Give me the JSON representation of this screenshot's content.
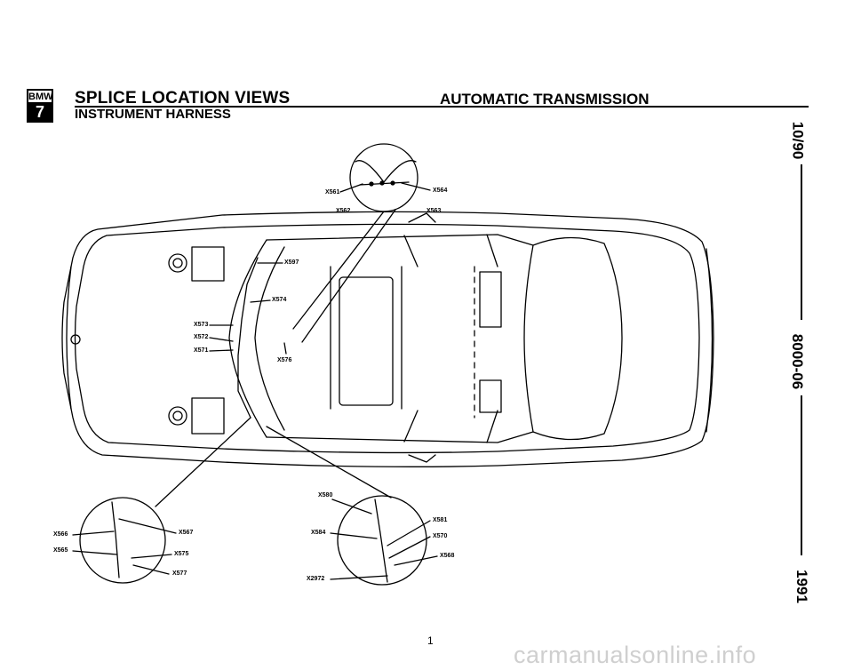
{
  "header": {
    "badge_brand": "BMW",
    "badge_series": "7",
    "title": "SPLICE LOCATION VIEWS",
    "subtitle": "INSTRUMENT HARNESS",
    "category": "AUTOMATIC TRANSMISSION"
  },
  "side": {
    "date": "10/90",
    "doc_number": "8000-06",
    "year": "1991"
  },
  "connectors": {
    "x561": "X561",
    "x562": "X562",
    "x563": "X563",
    "x564": "X564",
    "x597": "X597",
    "x574": "X574",
    "x573": "X573",
    "x572": "X572",
    "x571": "X571",
    "x576": "X576",
    "x566": "X566",
    "x565": "X565",
    "x567": "X567",
    "x575": "X575",
    "x577": "X577",
    "x580": "X580",
    "x581": "X581",
    "x584": "X584",
    "x570": "X570",
    "x568": "X568",
    "x2972": "X2972"
  },
  "footer": {
    "page_mark": "1",
    "watermark": "carmanualsonline.info"
  }
}
